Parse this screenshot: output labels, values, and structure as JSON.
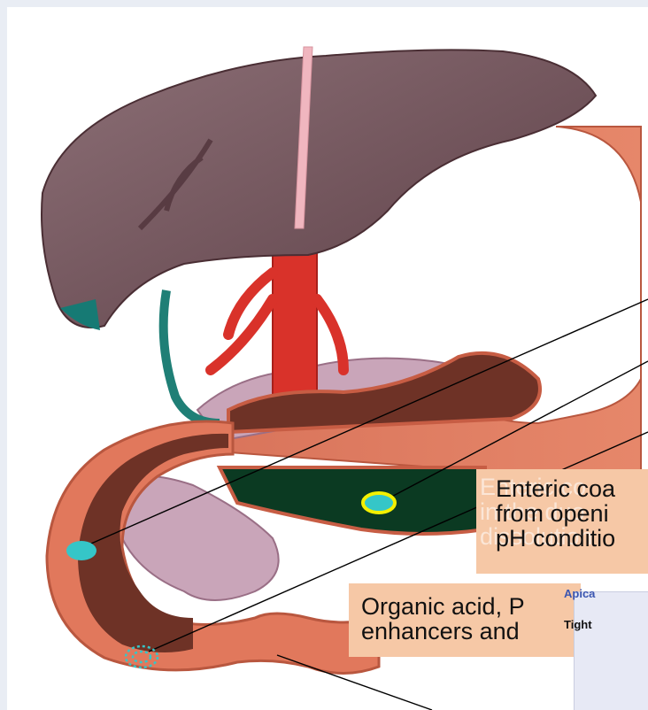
{
  "callouts": {
    "enteric": {
      "lines": [
        "Enteric coa",
        "from openi",
        "pH conditio"
      ],
      "ghost_lines": [
        "Enteric co",
        "in the duo",
        "dissolution"
      ]
    },
    "organic": {
      "lines": [
        "Organic acid, P",
        "enhancers and"
      ]
    }
  },
  "panel": {
    "row1": "Apica",
    "row2": "Tight"
  },
  "colors": {
    "tablet": "#35c6c8",
    "tablet_ring": "#f4f000",
    "callout_bg": "#f6c8a6",
    "panel_label_blue": "#3a55b0"
  },
  "icons": [
    "tablet-marker",
    "ringed-tablet-marker",
    "dissolving-granules"
  ]
}
